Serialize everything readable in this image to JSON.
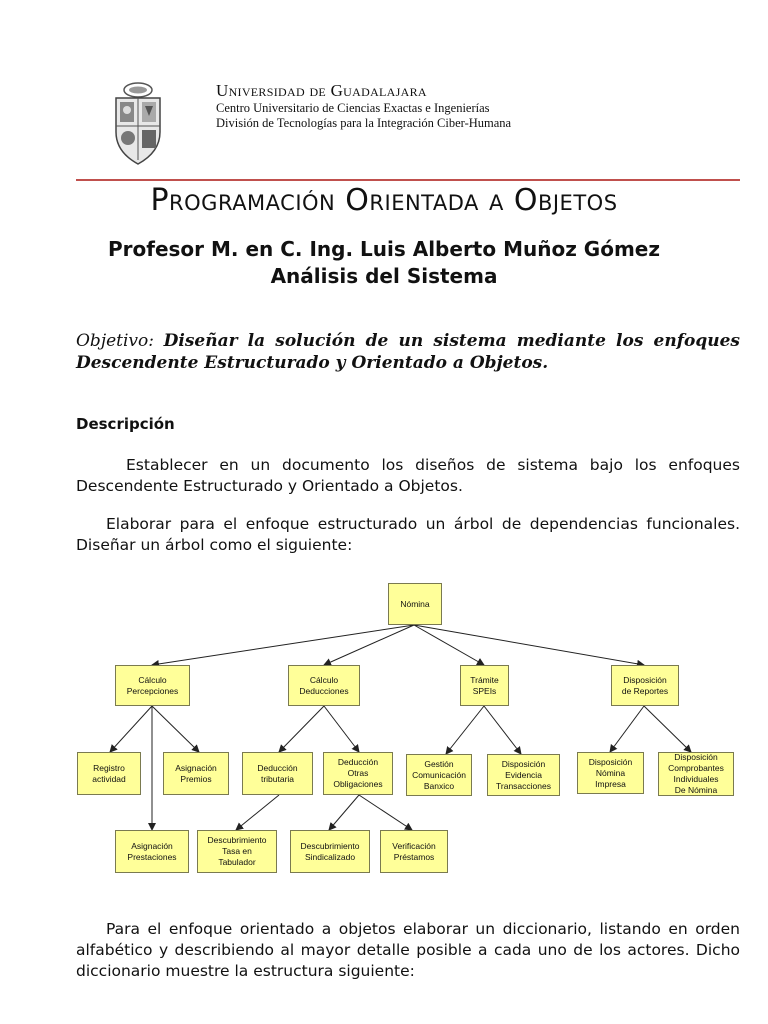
{
  "header": {
    "university": "Universidad de Guadalajara",
    "center": "Centro Universitario de Ciencias Exactas e Ingenierías",
    "division": "División de Tecnologías para la Integración Ciber-Humana"
  },
  "title": "Programación Orientada a Objetos",
  "professor": "Profesor M. en C. Ing. Luis Alberto Muñoz Gómez",
  "subtitle": "Análisis del Sistema",
  "objective": {
    "label": "Objetivo:",
    "text": "Diseñar la solución de un sistema mediante los enfoques Descendente Estructurado y Orientado a Objetos."
  },
  "description_heading": "Descripción",
  "paragraphs": {
    "p1": "Establecer en un documento los diseños de sistema bajo los enfoques Descendente Estructurado y Orientado a Objetos.",
    "p2": "Elaborar para el enfoque estructurado un árbol de dependencias funcionales. Diseñar un árbol como el siguiente:",
    "p3": "Para el enfoque orientado a objetos elaborar un diccionario, listando en orden alfabético y describiendo al mayor detalle posible a cada uno de los actores. Dicho diccionario muestre la estructura siguiente:"
  },
  "tree": {
    "node_color": "#ffff99",
    "nodes": {
      "nomina": "Nómina",
      "calc_perc": "Cálculo\nPercepciones",
      "calc_ded": "Cálculo\nDeducciones",
      "tramite": "Trámite\nSPEIs",
      "disp_rep": "Disposición\nde Reportes",
      "registro": "Registro\nactividad",
      "asig_premios": "Asignación\nPremios",
      "asig_prest": "Asignación\nPrestaciones",
      "ded_trib": "Deducción\ntributaria",
      "ded_otras": "Deducción\nOtras\nObligaciones",
      "desc_tasa": "Descubrimiento\nTasa en\nTabulador",
      "desc_sind": "Descubrimiento\nSindicalizado",
      "verif": "Verificación\nPréstamos",
      "gestion": "Gestión\nComunicación\nBanxico",
      "disp_evid": "Disposición\nEvidencia\nTransacciones",
      "disp_nom": "Disposición\nNómina\nImpresa",
      "disp_comp": "Disposición\nComprobantes\nIndividuales\nDe Nómina"
    }
  }
}
